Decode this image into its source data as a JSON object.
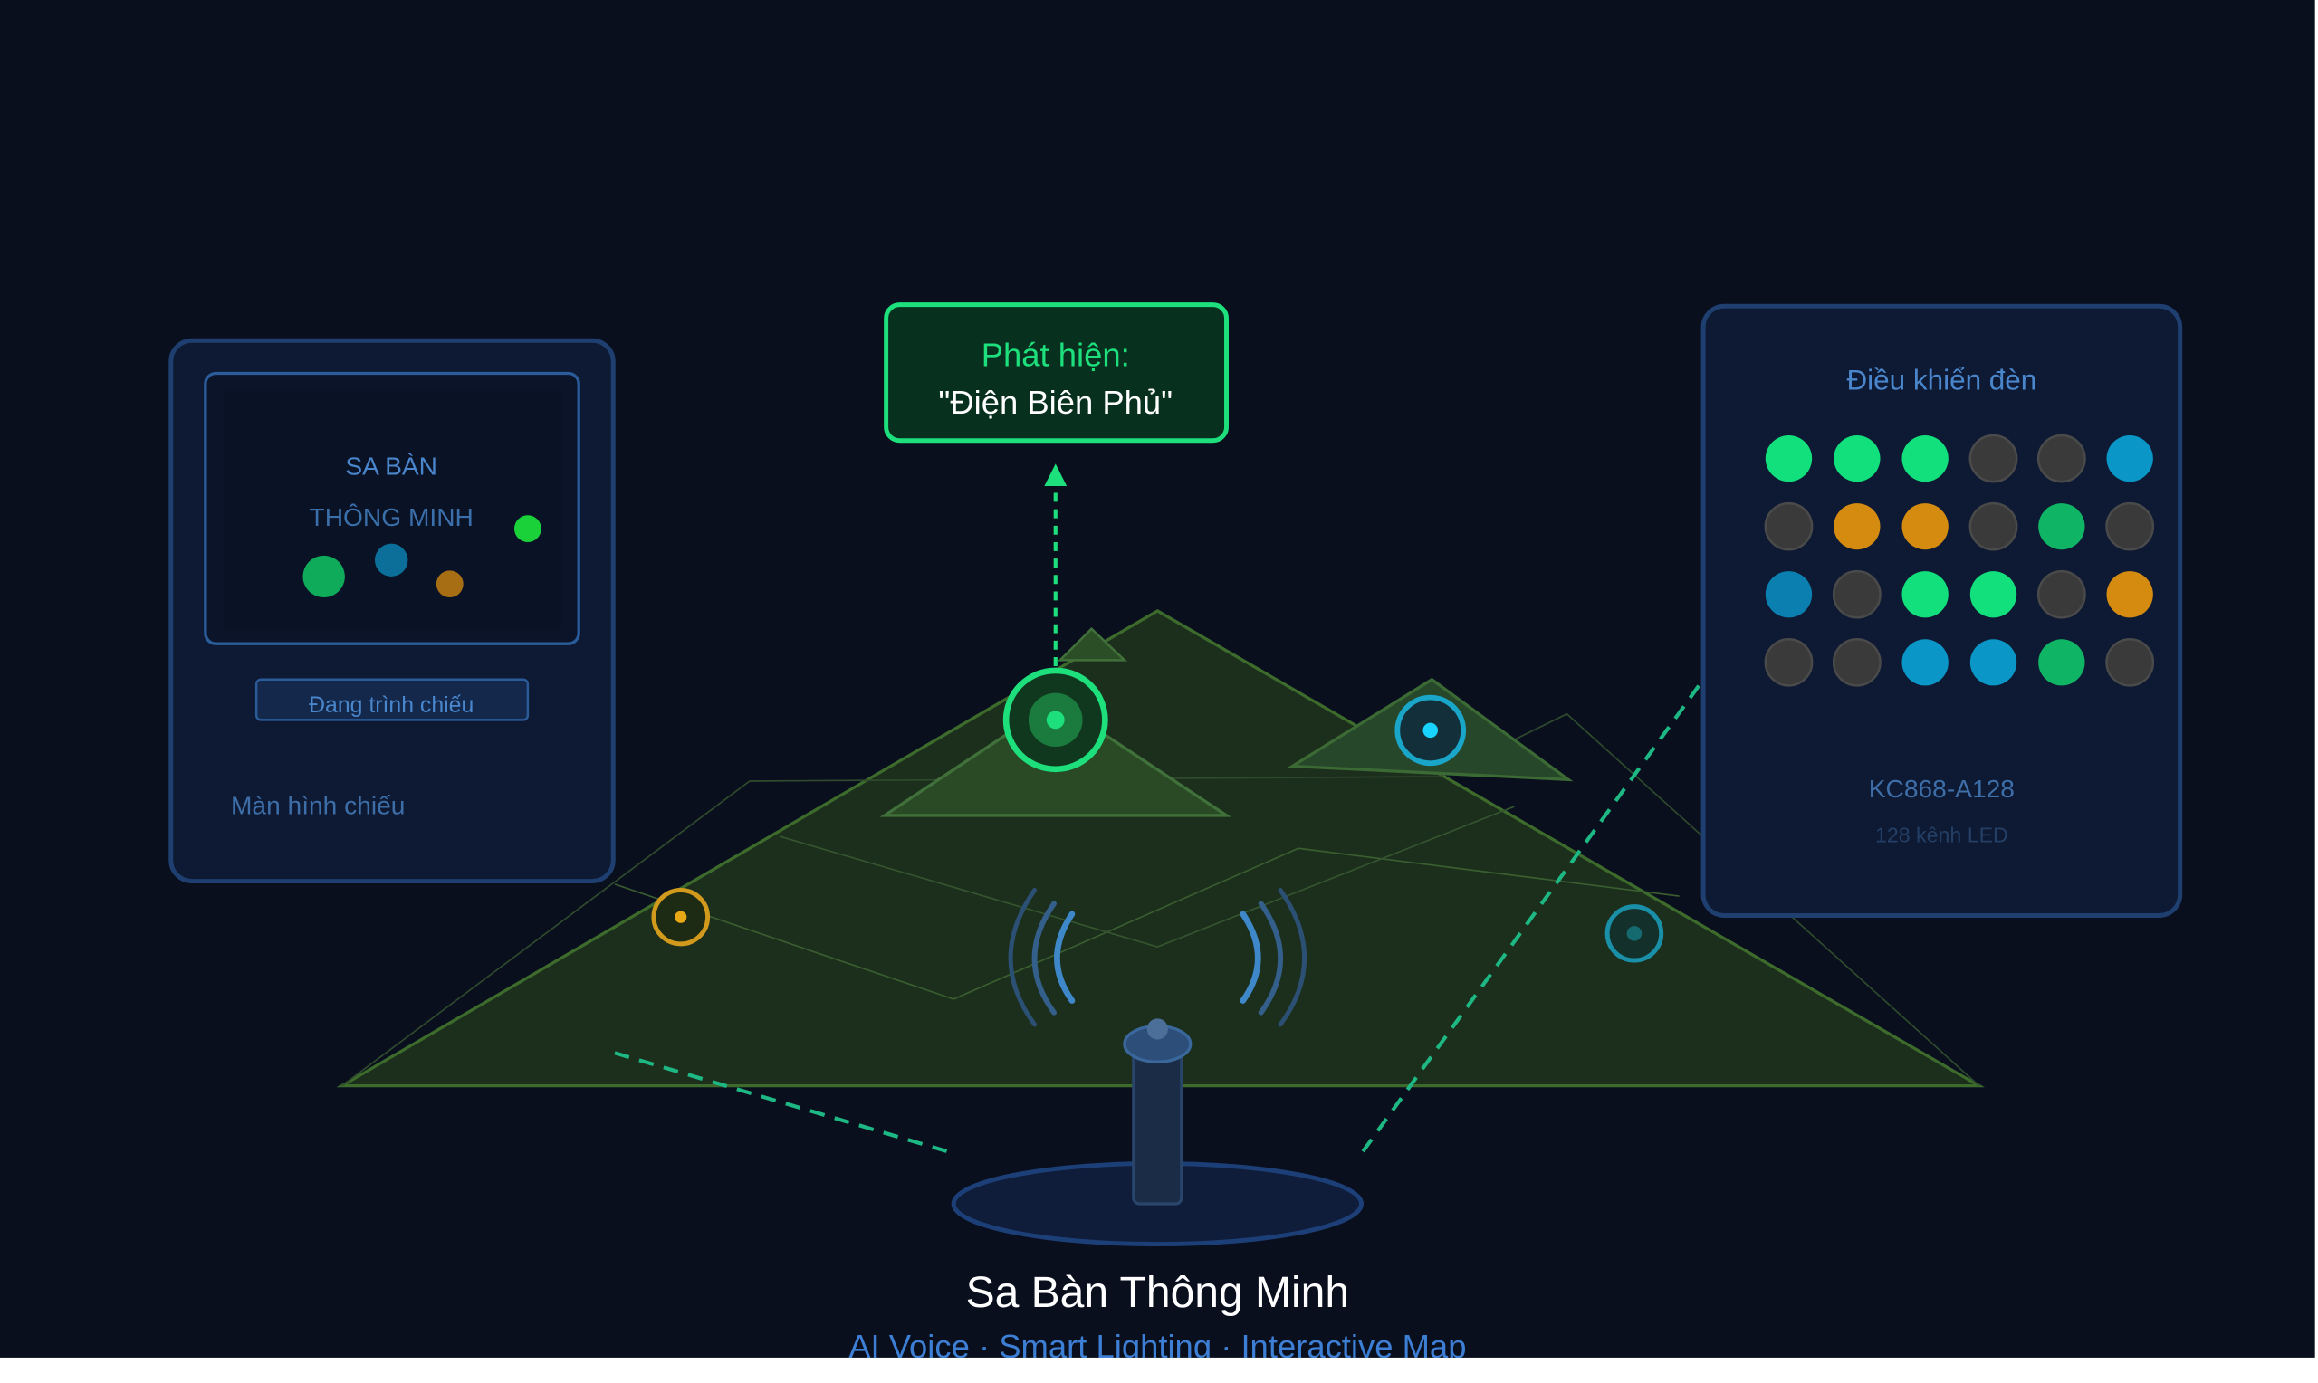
{
  "colors": {
    "background": "#0a0f1e",
    "panel": "#0e1a33",
    "panel_border": "#1e3f70",
    "terrain_fill": "#1f3a1d",
    "terrain_stroke": "#3d6b2c",
    "detect_green": "#1de07c",
    "label_blue": "#4a86cc",
    "led_green": "#12e07c",
    "led_amber": "#d48b0f",
    "led_blue": "#0a97c8",
    "led_off": "#3a3a3a"
  },
  "detection": {
    "title": "Phát hiện:",
    "value": "\"Điện Biên Phủ\""
  },
  "projector_panel": {
    "screen_line1": "SA BÀN",
    "screen_line2": "THÔNG MINH",
    "status": "Đang trình chiếu",
    "caption": "Màn hình chiếu"
  },
  "led_panel": {
    "title": "Điều khiển đèn",
    "model": "KC868-A128",
    "channels": "128 kênh LED",
    "grid": [
      [
        "green",
        "green",
        "green",
        "off",
        "off",
        "blue"
      ],
      [
        "off",
        "amber",
        "amber",
        "off",
        "green-dim",
        "off"
      ],
      [
        "blue-dim",
        "off",
        "green",
        "green",
        "off",
        "amber"
      ],
      [
        "off",
        "off",
        "blue",
        "blue",
        "green-dim",
        "off"
      ]
    ]
  },
  "footer": {
    "title": "Sa Bàn Thông Minh",
    "subtitle": "AI Voice · Smart Lighting · Interactive Map"
  }
}
